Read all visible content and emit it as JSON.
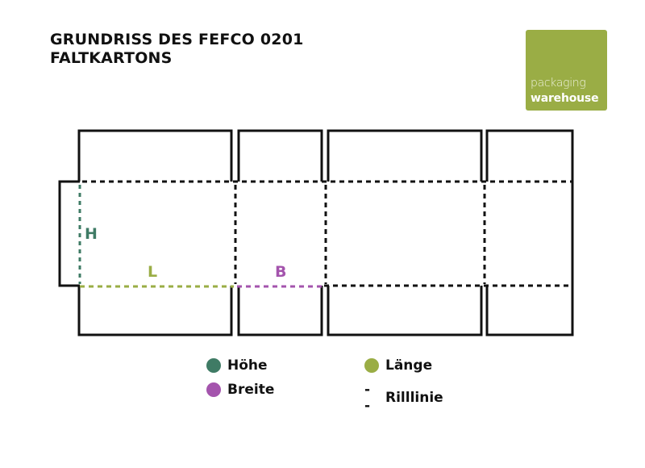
{
  "title": {
    "line1": "GRUNDRISS DES FEFCO 0201",
    "line2": "FALTKARTONS"
  },
  "logo": {
    "line1": "packaging",
    "line2": "warehouse",
    "bg_color": "#9aad45"
  },
  "diagram": {
    "labels": {
      "height": "H",
      "length": "L",
      "width": "B"
    },
    "colors": {
      "height": "#3f7b65",
      "length": "#9aad45",
      "width": "#a454ad",
      "cut_line": "#111111",
      "crease_line": "#111111"
    }
  },
  "legend": {
    "items": [
      {
        "label": "Höhe",
        "symbol": "dot",
        "color": "#3f7b65"
      },
      {
        "label": "Länge",
        "symbol": "dot",
        "color": "#9aad45"
      },
      {
        "label": "Breite",
        "symbol": "dot",
        "color": "#a454ad"
      },
      {
        "label": "Rilllinie",
        "symbol": "- -",
        "color": "#111111"
      }
    ]
  }
}
